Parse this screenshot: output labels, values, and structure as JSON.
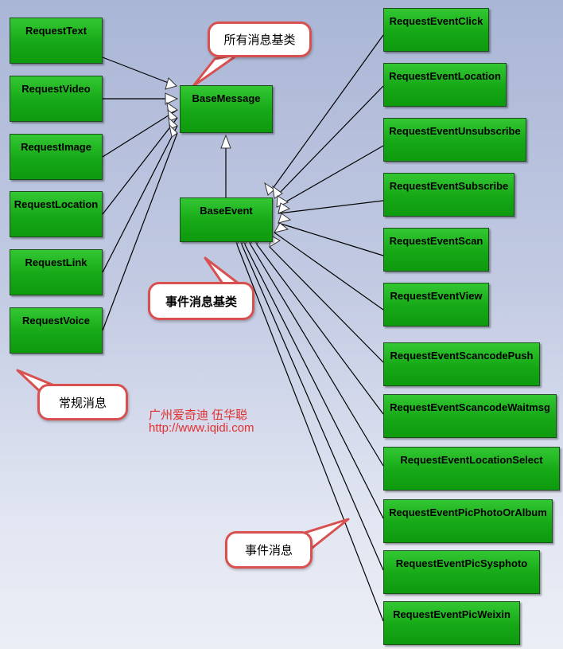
{
  "nodes": {
    "base_message": "BaseMessage",
    "base_event": "BaseEvent",
    "regular": [
      "RequestText",
      "RequestVideo",
      "RequestImage",
      "RequestLocation",
      "RequestLink",
      "RequestVoice"
    ],
    "events": [
      "RequestEventClick",
      "RequestEventLocation",
      "RequestEventUnsubscribe",
      "RequestEventSubscribe",
      "RequestEventScan",
      "RequestEventView",
      "RequestEventScancodePush",
      "RequestEventScancodeWaitmsg",
      "RequestEventLocationSelect",
      "RequestEventPicPhotoOrAlbum",
      "RequestEventPicSysphoto",
      "RequestEventPicWeixin"
    ]
  },
  "callouts": {
    "all_base": "所有消息基类",
    "event_base": "事件消息基类",
    "regular": "常规消息",
    "event": "事件消息"
  },
  "credit": {
    "author": "广州爱奇迪  伍华聪",
    "url": "http://www.iqidi.com"
  },
  "colors": {
    "node_fill": "#1aad1a",
    "line": "#000000",
    "callout_border": "#d85050",
    "credit_text": "#e23030"
  }
}
